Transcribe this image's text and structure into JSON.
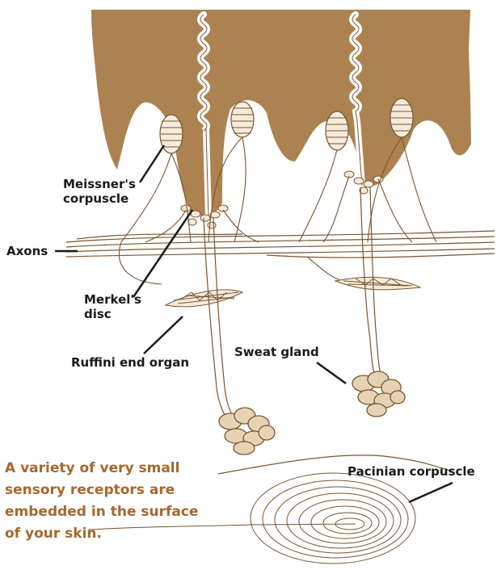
{
  "colors": {
    "skin": "#ad8251",
    "line": "#7a5530",
    "ink": "#1a1a1a",
    "caption": "#a6682e",
    "fill": "#e6d3b4"
  },
  "labels": {
    "meissner_line1": "Meissner's",
    "meissner_line2": "corpuscle",
    "axons": "Axons",
    "merkel_line1": "Merkel's",
    "merkel_line2": "disc",
    "ruffini": "Ruffini end organ",
    "sweat_gland": "Sweat gland",
    "pacinian": "Pacinian corpuscle"
  },
  "caption": {
    "lines": [
      "A variety of very small",
      "sensory receptors are",
      "embedded in the surface",
      "of your skin."
    ]
  }
}
